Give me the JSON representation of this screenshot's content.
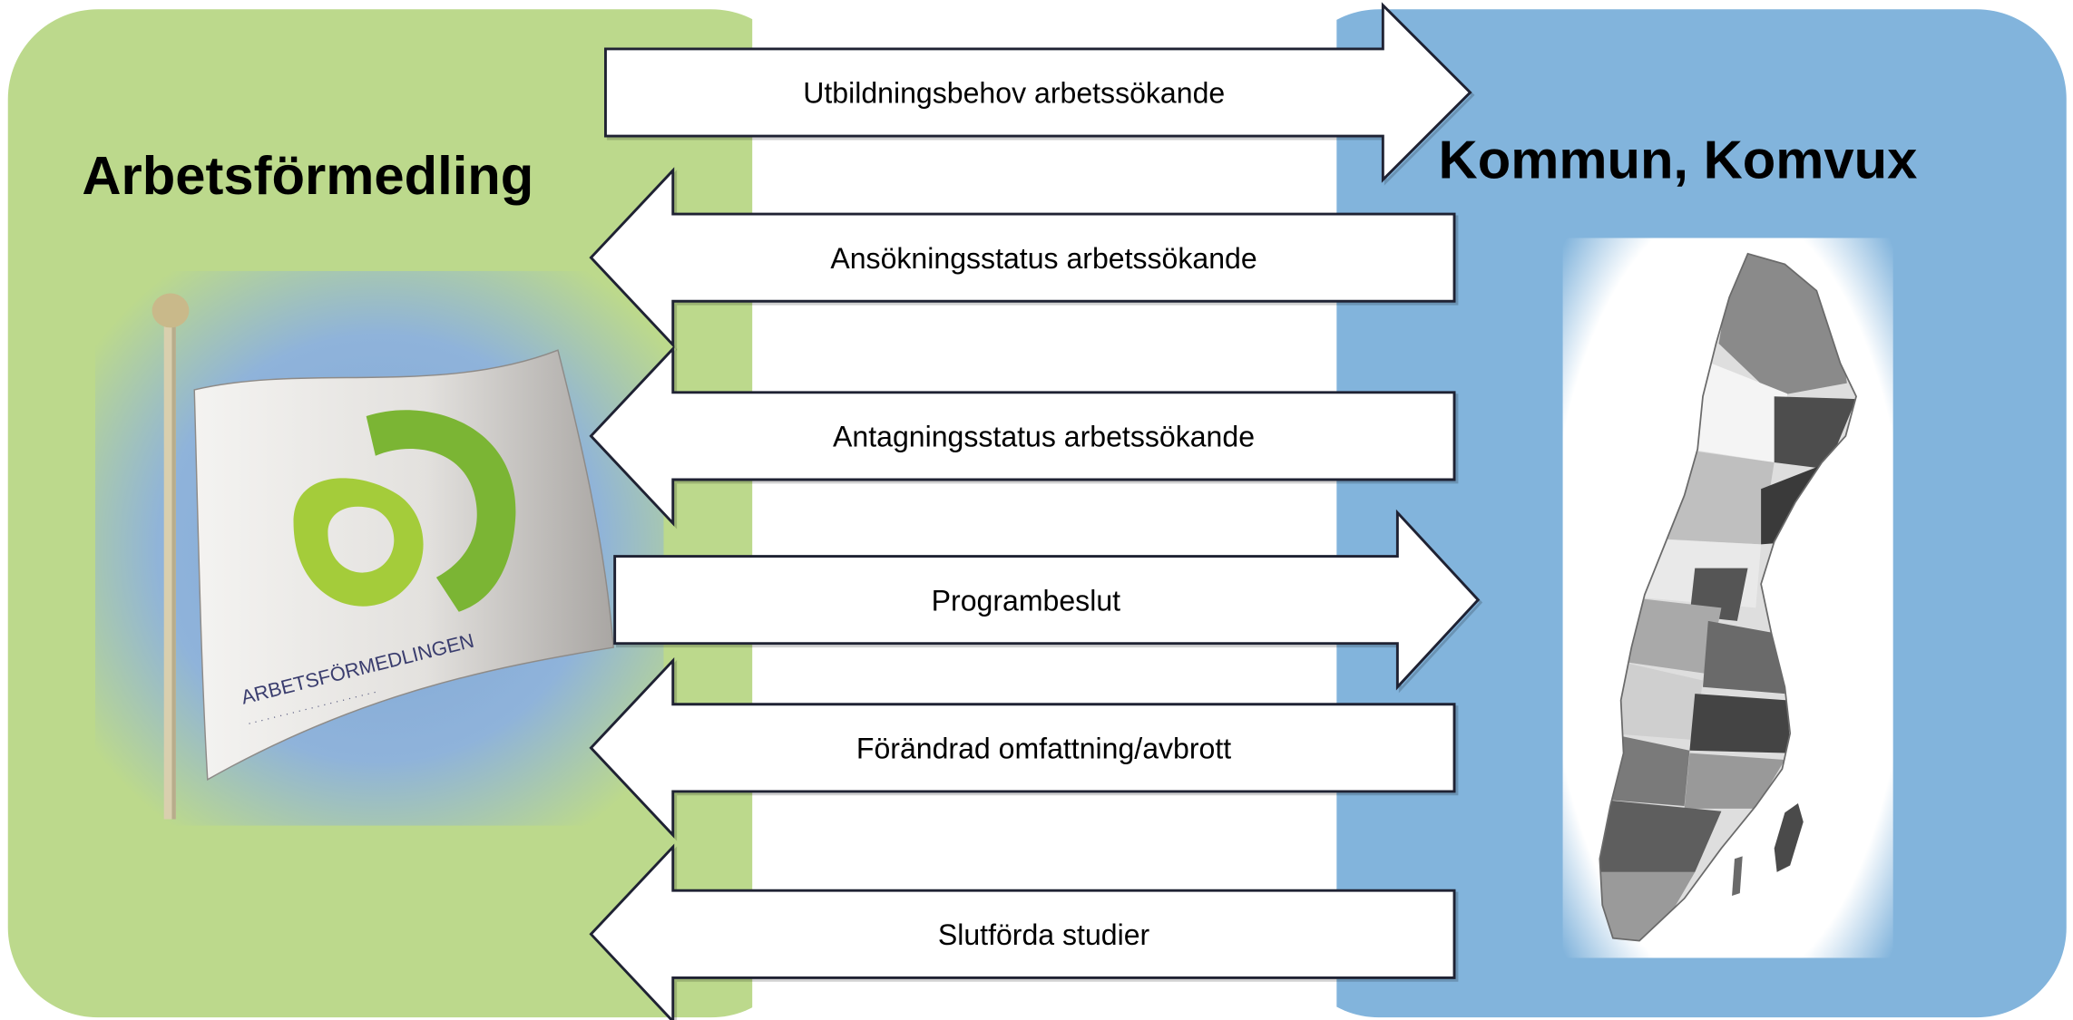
{
  "diagram": {
    "left_party": {
      "title": "Arbetsförmedling",
      "image": "flag-photo"
    },
    "right_party": {
      "title": "Kommun, Komvux",
      "image": "municipality-map"
    },
    "flows": [
      {
        "label": "Utbildningsbehov arbetssökande",
        "direction": "right"
      },
      {
        "label": "Ansökningsstatus arbetssökande",
        "direction": "left"
      },
      {
        "label": "Antagningsstatus arbetssökande",
        "direction": "left"
      },
      {
        "label": "Programbeslut",
        "direction": "right"
      },
      {
        "label": "Förändrad omfattning/avbrott",
        "direction": "left"
      },
      {
        "label": "Slutförda studier",
        "direction": "left"
      }
    ],
    "flag_logo_text": "ARBETSFÖRMEDLINGEN",
    "colors": {
      "left_panel": "#bcd98c",
      "right_panel": "#82b4dc",
      "arrow_fill": "#ffffff",
      "arrow_stroke": "#1f2233",
      "logo_green": "#8cc63f"
    }
  }
}
